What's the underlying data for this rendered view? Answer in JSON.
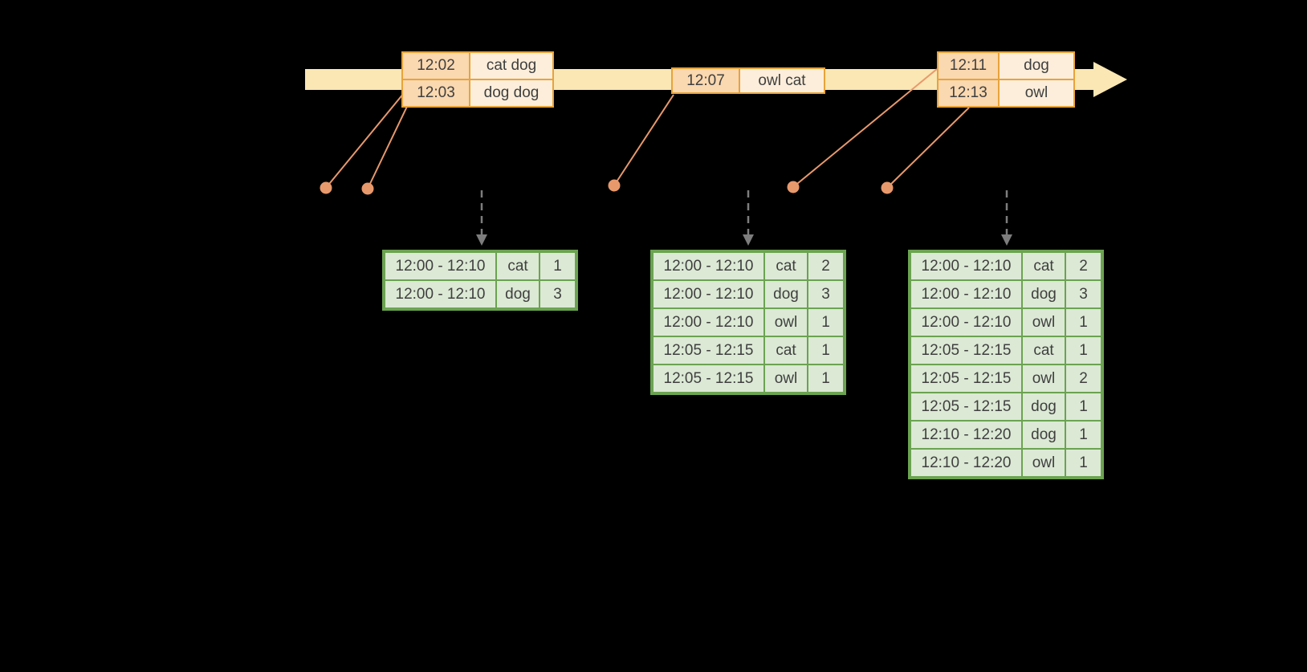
{
  "colors": {
    "background": "#000000",
    "timeline_fill": "#FAE7B3",
    "event_border": "#E8A33B",
    "event_time_bg": "#FAD8B0",
    "event_word_bg": "#FCEEDA",
    "result_border": "#6BA351",
    "result_cell_bg": "#DCE9D5",
    "dot_color": "#E8996C",
    "arrow_color": "#7D7D7D",
    "text_color": "#3F3F3F"
  },
  "event_tables": [
    {
      "rows": [
        {
          "time": "12:02",
          "words": "cat dog"
        },
        {
          "time": "12:03",
          "words": "dog dog"
        }
      ]
    },
    {
      "rows": [
        {
          "time": "12:07",
          "words": "owl cat"
        }
      ]
    },
    {
      "rows": [
        {
          "time": "12:11",
          "words": "dog"
        },
        {
          "time": "12:13",
          "words": "owl"
        }
      ]
    }
  ],
  "result_tables": [
    {
      "rows": [
        {
          "window": "12:00 - 12:10",
          "word": "cat",
          "count": "1"
        },
        {
          "window": "12:00 - 12:10",
          "word": "dog",
          "count": "3"
        }
      ]
    },
    {
      "rows": [
        {
          "window": "12:00 - 12:10",
          "word": "cat",
          "count": "2"
        },
        {
          "window": "12:00 - 12:10",
          "word": "dog",
          "count": "3"
        },
        {
          "window": "12:00 - 12:10",
          "word": "owl",
          "count": "1"
        },
        {
          "window": "12:05 - 12:15",
          "word": "cat",
          "count": "1"
        },
        {
          "window": "12:05 - 12:15",
          "word": "owl",
          "count": "1"
        }
      ]
    },
    {
      "rows": [
        {
          "window": "12:00 - 12:10",
          "word": "cat",
          "count": "2"
        },
        {
          "window": "12:00 - 12:10",
          "word": "dog",
          "count": "3"
        },
        {
          "window": "12:00 - 12:10",
          "word": "owl",
          "count": "1"
        },
        {
          "window": "12:05 - 12:15",
          "word": "cat",
          "count": "1"
        },
        {
          "window": "12:05 - 12:15",
          "word": "owl",
          "count": "2"
        },
        {
          "window": "12:05 - 12:15",
          "word": "dog",
          "count": "1"
        },
        {
          "window": "12:10 - 12:20",
          "word": "dog",
          "count": "1"
        },
        {
          "window": "12:10 - 12:20",
          "word": "owl",
          "count": "1"
        }
      ]
    }
  ]
}
